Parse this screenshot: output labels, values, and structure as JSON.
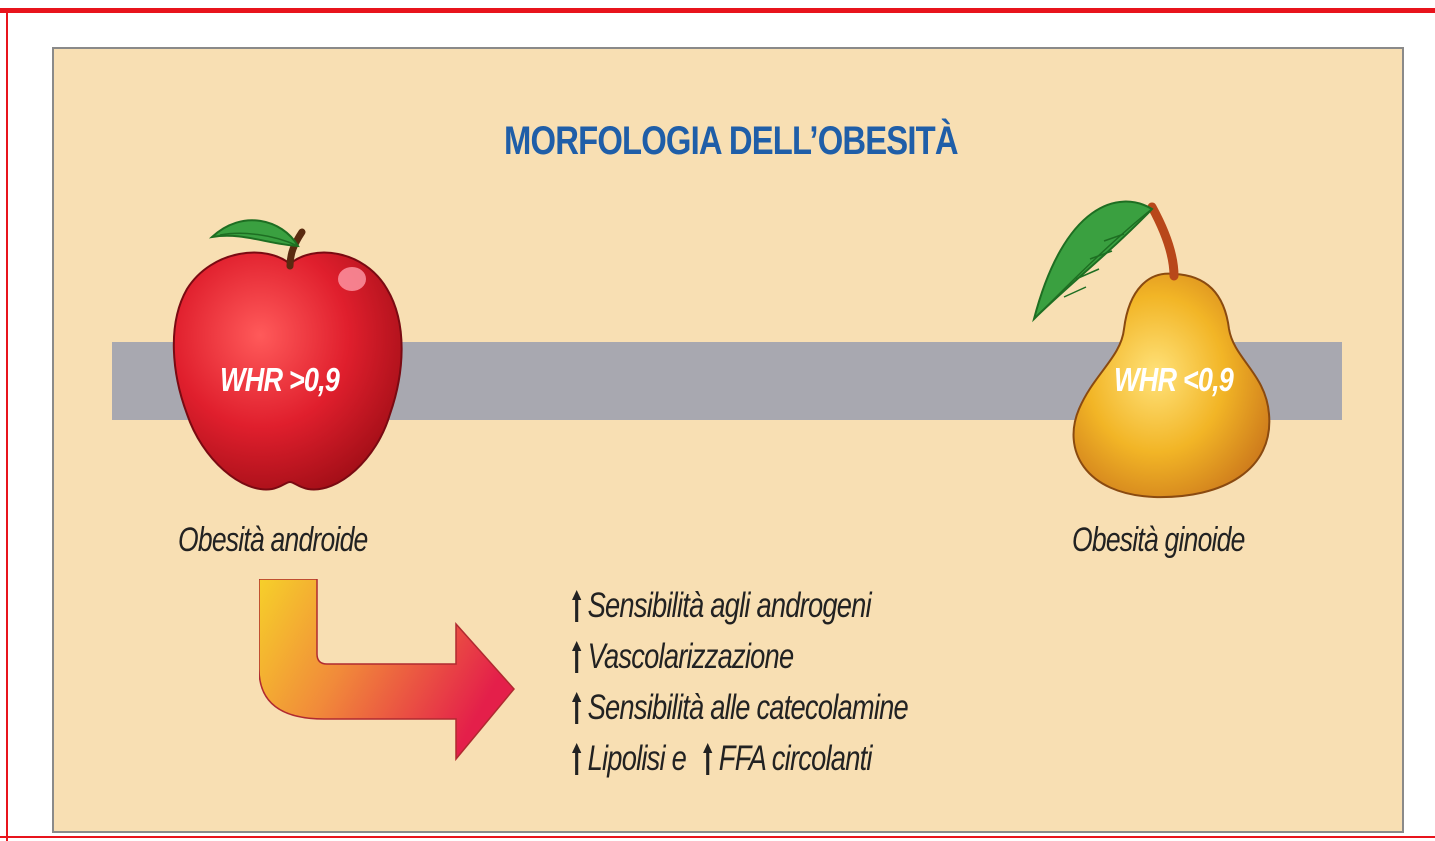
{
  "title": "MORFOLOGIA DELL’OBESITÀ",
  "apple": {
    "ratio_label": "WHR >0,9",
    "caption": "Obesità androide"
  },
  "pear": {
    "ratio_label": "WHR <0,9",
    "caption": "Obesità ginoide"
  },
  "effects": [
    {
      "parts": [
        "Sensibilità agli androgeni"
      ]
    },
    {
      "parts": [
        "Vascolarizzazione"
      ]
    },
    {
      "parts": [
        "Sensibilità alle catecolamine"
      ]
    },
    {
      "parts": [
        "Lipolisi e",
        "FFA circolanti"
      ]
    }
  ],
  "colors": {
    "title": "#1f5ea8",
    "panel_bg": "#f8dfb3",
    "band": "#a8a8b0",
    "frame": "#e8141c",
    "apple": "#e01f2d",
    "pear": "#f2b526"
  }
}
